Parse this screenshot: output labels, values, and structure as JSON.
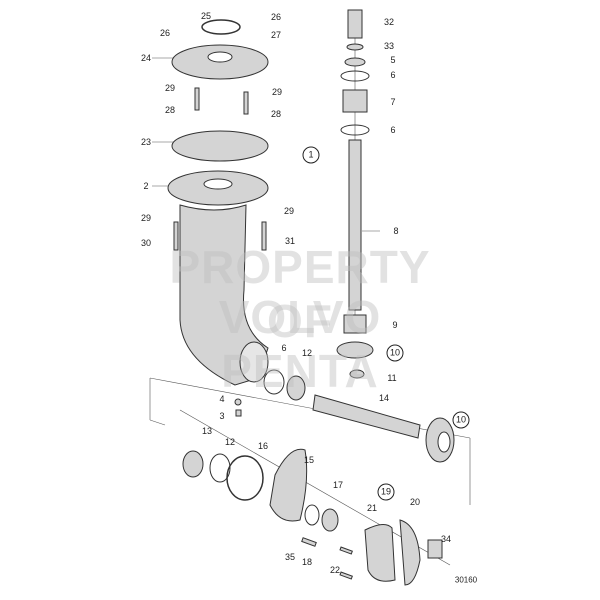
{
  "watermark": {
    "line1": "PROPERTY OF",
    "line2": "VOLVO PENTA"
  },
  "drawing_number": "30160",
  "callouts": [
    "25",
    "26",
    "26",
    "27",
    "24",
    "29",
    "29",
    "28",
    "28",
    "23",
    "2",
    "29",
    "29",
    "30",
    "31",
    "32",
    "33",
    "5",
    "6",
    "7",
    "6",
    "8",
    "9",
    "11",
    "6",
    "12",
    "4",
    "3",
    "14",
    "13",
    "12",
    "16",
    "15",
    "17",
    "21",
    "20",
    "34",
    "35",
    "18",
    "22"
  ],
  "circled_callouts": [
    "1",
    "10",
    "10",
    "19"
  ],
  "colors": {
    "part_fill": "#d4d4d4",
    "outline": "#333333"
  }
}
